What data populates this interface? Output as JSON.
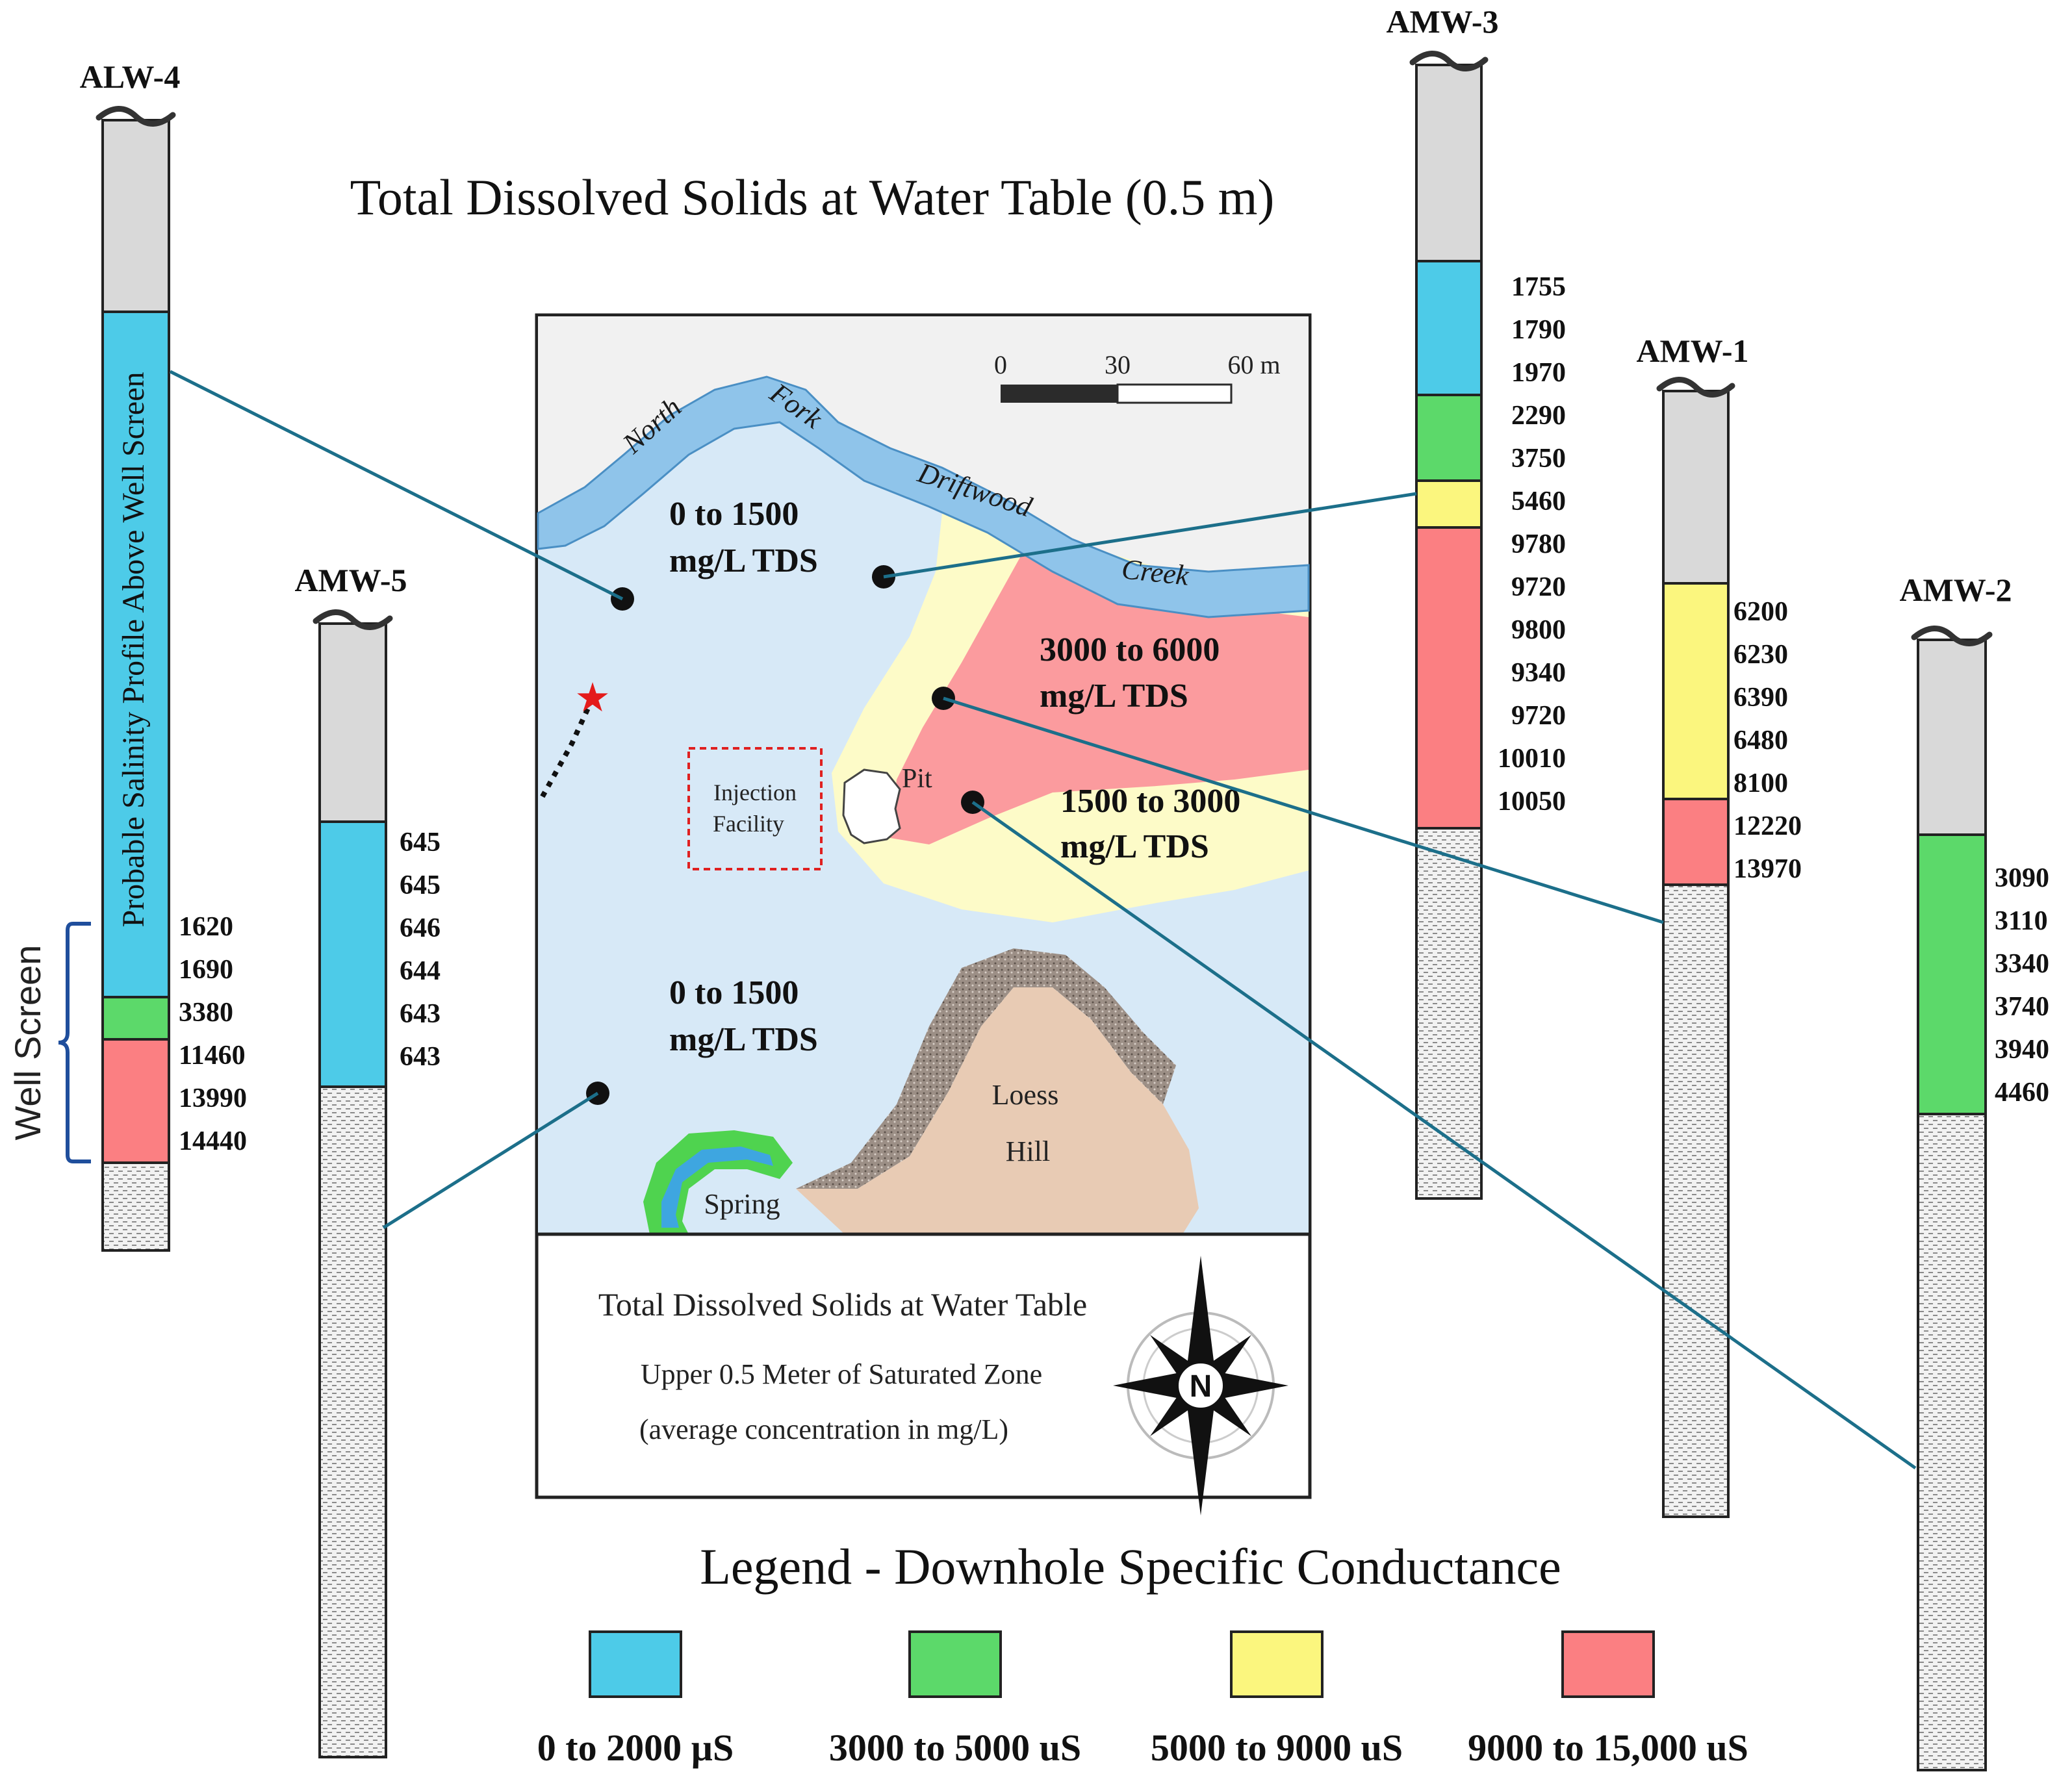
{
  "title": "Total Dissolved Solids at Water Table (0.5 m)",
  "colors": {
    "blue": "#4dcbe8",
    "green": "#5cd96a",
    "yellow": "#fbf67e",
    "red": "#fb7f82",
    "gray": "#d9d9d9",
    "connector": "#1c6f8a",
    "map_bg": "#d7e9f7",
    "creek": "#8fc4ea",
    "yellow_zone": "#fdfbc8",
    "red_zone": "#fb9b9e",
    "loess": "#e8cbb4",
    "bracket": "#1f4e9c"
  },
  "wells": [
    {
      "id": "ALW-4",
      "label": "ALW-4",
      "vertical_label": "Probable Salinity Profile Above Well Screen",
      "segments": [
        {
          "color": "gray"
        },
        {
          "color": "blue",
          "value_range": "0 to 2000 µS"
        },
        {
          "color": "green",
          "value_range": "3000 to 5000 uS"
        },
        {
          "color": "red",
          "value_range": "9000 to 15,000 uS"
        },
        {
          "color": "screen"
        }
      ],
      "readings": [
        "1620",
        "1690",
        "3380",
        "11460",
        "13990",
        "14440"
      ]
    },
    {
      "id": "AMW-5",
      "label": "AMW-5",
      "segments": [
        {
          "color": "gray"
        },
        {
          "color": "blue",
          "value_range": "0 to 2000 µS"
        },
        {
          "color": "screen"
        }
      ],
      "readings": [
        "645",
        "645",
        "646",
        "644",
        "643",
        "643"
      ]
    },
    {
      "id": "AMW-3",
      "label": "AMW-3",
      "segments": [
        {
          "color": "gray"
        },
        {
          "color": "blue",
          "value_range": "0 to 2000 µS"
        },
        {
          "color": "green",
          "value_range": "3000 to 5000 uS"
        },
        {
          "color": "yellow",
          "value_range": "5000 to 9000 uS"
        },
        {
          "color": "red",
          "value_range": "9000 to 15,000 uS"
        },
        {
          "color": "screen"
        }
      ],
      "readings": [
        "1755",
        "1790",
        "1970",
        "2290",
        "3750",
        "5460",
        "9780",
        "9720",
        "9800",
        "9340",
        "9720",
        "10010",
        "10050"
      ]
    },
    {
      "id": "AMW-1",
      "label": "AMW-1",
      "segments": [
        {
          "color": "gray"
        },
        {
          "color": "yellow",
          "value_range": "5000 to 9000 uS"
        },
        {
          "color": "red",
          "value_range": "9000 to 15,000 uS"
        },
        {
          "color": "screen"
        }
      ],
      "readings": [
        "6200",
        "6230",
        "6390",
        "6480",
        "8100",
        "12220",
        "13970"
      ]
    },
    {
      "id": "AMW-2",
      "label": "AMW-2",
      "segments": [
        {
          "color": "gray"
        },
        {
          "color": "green",
          "value_range": "3000 to 5000 uS"
        },
        {
          "color": "screen"
        }
      ],
      "readings": [
        "3090",
        "3110",
        "3340",
        "3740",
        "3940",
        "4460"
      ]
    }
  ],
  "well_screen_label": "Well Screen",
  "map": {
    "scale_bar": {
      "labels": [
        "0",
        "30",
        "60 m"
      ]
    },
    "creek_words": [
      "North",
      "Fork",
      "Driftwood",
      "Creek"
    ],
    "zones": [
      {
        "line1": "0 to 1500",
        "line2": "mg/L  TDS"
      },
      {
        "line1": "3000 to 6000",
        "line2": "mg/L  TDS"
      },
      {
        "line1": "1500 to 3000",
        "line2": "mg/L  TDS"
      },
      {
        "line1": "0 to 1500",
        "line2": "mg/L  TDS"
      }
    ],
    "injection_facility": {
      "line1": "Injection",
      "line2": "Facility"
    },
    "pit_label": "Pit",
    "loess_label": {
      "line1": "Loess",
      "line2": "Hill"
    },
    "spring_label": "Spring",
    "caption": {
      "line1": "Total Dissolved Solids at Water Table",
      "line2": "Upper 0.5 Meter of Saturated Zone",
      "line3": "(average concentration  in mg/L)"
    },
    "compass_letter": "N"
  },
  "legend": {
    "title": "Legend - Downhole Specific Conductance",
    "items": [
      {
        "color": "blue",
        "label": "0 to 2000 µS"
      },
      {
        "color": "green",
        "label": "3000 to 5000 uS"
      },
      {
        "color": "yellow",
        "label": "5000 to 9000 uS"
      },
      {
        "color": "red",
        "label": "9000 to 15,000 uS"
      }
    ]
  }
}
